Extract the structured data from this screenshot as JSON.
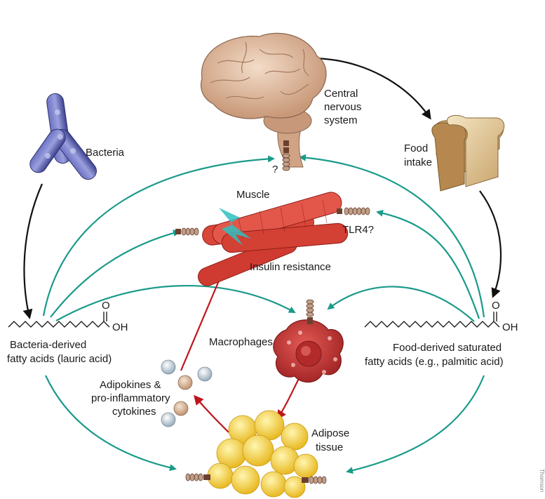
{
  "labels": {
    "cns_line1": "Central",
    "cns_line2": "nervous",
    "cns_line3": "system",
    "cns_question": "?",
    "bacteria": "Bacteria",
    "food_line1": "Food",
    "food_line2": "intake",
    "muscle": "Muscle",
    "tlr4": "TLR4?",
    "insulin_resistance": "Insulin resistance",
    "macrophages": "Macrophages",
    "bacteria_fa_line1": "Bacteria-derived",
    "bacteria_fa_line2": "fatty acids (lauric acid)",
    "food_fa_line1": "Food-derived saturated",
    "food_fa_line2": "fatty acids (e.g., palmitic acid)",
    "adipokines_line1": "Adipokines &",
    "adipokines_line2": "pro-inflammatory",
    "adipokines_line3": "cytokines",
    "adipose_line1": "Adipose",
    "adipose_line2": "tissue",
    "oh_left": "OH",
    "o_left": "O",
    "oh_right": "OH",
    "o_right": "O",
    "credit": "Thomson"
  },
  "colors": {
    "teal_arrow": "#1a9a8a",
    "black_arrow": "#111111",
    "red_arrow": "#c0141c",
    "muscle": "#d9473a",
    "brain": "#d9b49a",
    "fat": "#f5d34a",
    "macrophage": "#c8393a",
    "bacteria": "#4a4fa0",
    "bread": "#e9d7b0"
  }
}
